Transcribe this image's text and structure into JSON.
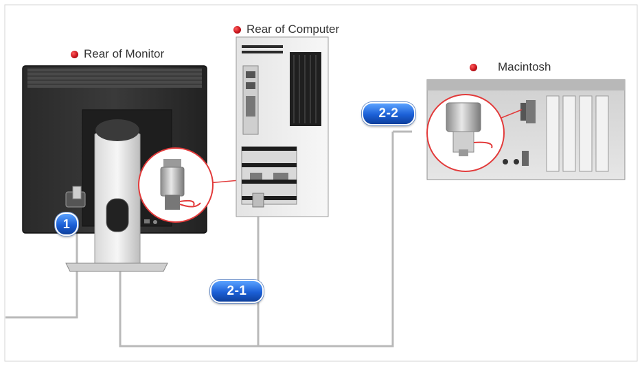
{
  "labels": {
    "rear_monitor": "Rear of Monitor",
    "rear_computer": "Rear of Computer",
    "macintosh": "Macintosh"
  },
  "badges": {
    "power": "1",
    "pc_cable": "2-1",
    "mac_cable": "2-2"
  },
  "colors": {
    "bullet": "#c8141c",
    "badge": "#1b5fd6",
    "cable": "#b9b9b9",
    "callout_ring": "#e23a3a"
  }
}
